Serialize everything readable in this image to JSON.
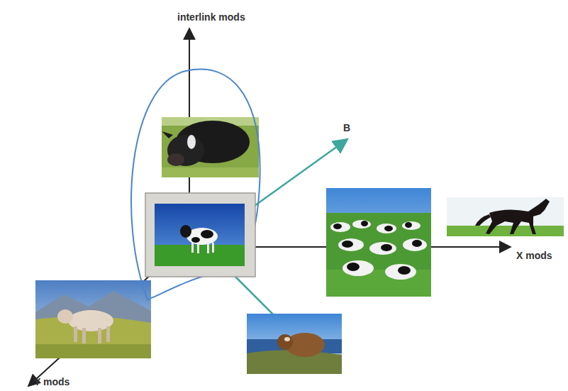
{
  "diagram": {
    "labels": [
      "interlink mods",
      "B",
      "X mods",
      "Y mods"
    ]
  }
}
